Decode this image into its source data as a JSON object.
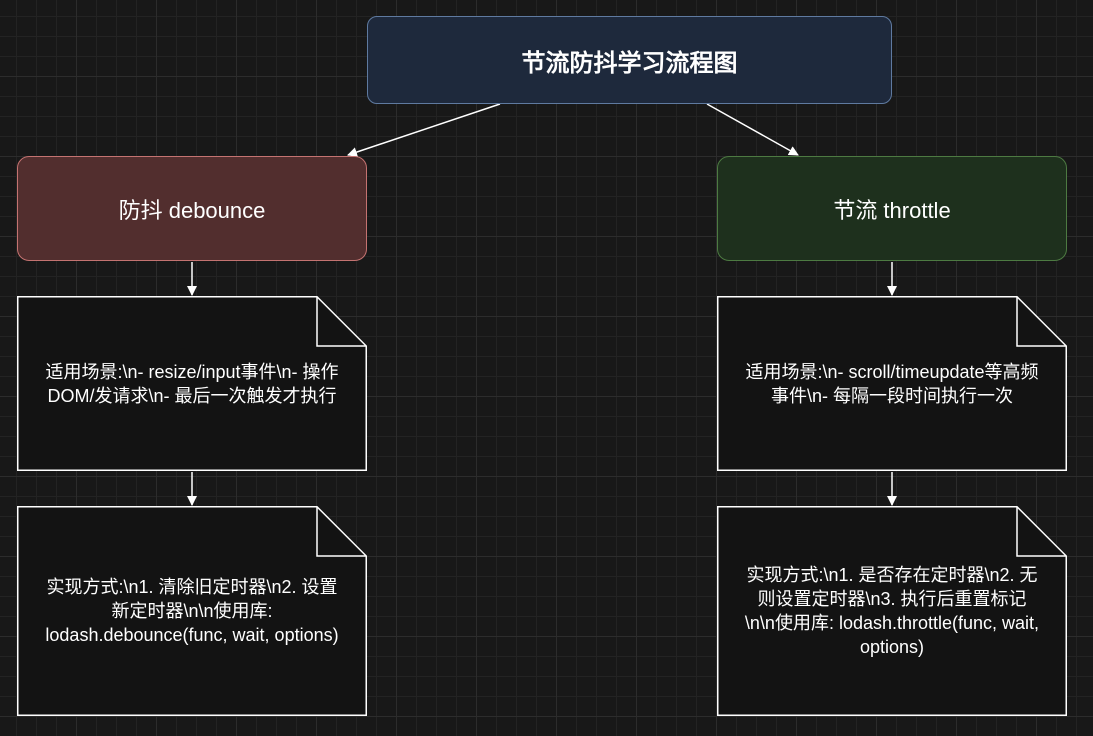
{
  "diagram": {
    "title": "节流防抖学习流程图",
    "debounce": {
      "label": "防抖 debounce",
      "scenario": "适用场景:\\n- resize/input事件\\n- 操作\nDOM/发请求\\n- 最后一次触发才执行",
      "implementation": "实现方式:\\n1. 清除旧定时器\\n2. 设置\n新定时器\\n\\n使用库:\nlodash.debounce(func, wait, options)"
    },
    "throttle": {
      "label": "节流 throttle",
      "scenario": "适用场景:\\n- scroll/timeupdate等高频\n事件\\n- 每隔一段时间执行一次",
      "implementation": "实现方式:\\n1. 是否存在定时器\\n2. 无\n则设置定时器\\n3. 执行后重置标记\n\\n\\n使用库: lodash.throttle(func, wait,\noptions)"
    },
    "colors": {
      "background": "#181818",
      "title_fill": "#1e293c",
      "title_stroke": "#5f7aa0",
      "debounce_fill": "#522e2e",
      "debounce_stroke": "#c47371",
      "throttle_fill": "#1e301d",
      "throttle_stroke": "#4d7a42",
      "note_fill": "#131313",
      "note_stroke": "#ffffff",
      "edge": "#ffffff"
    }
  }
}
